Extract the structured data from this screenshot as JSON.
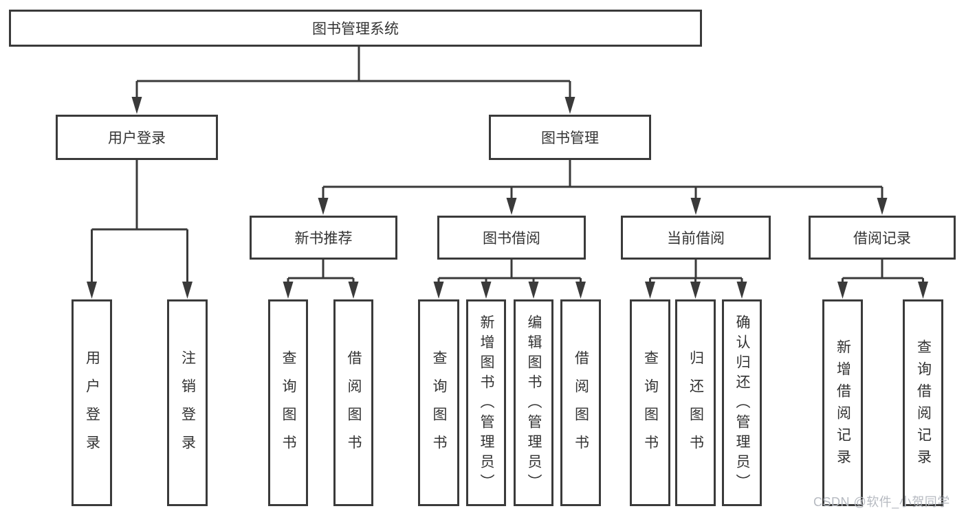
{
  "colors": {
    "line": "#3a3a3a",
    "text": "#333333",
    "box_background": "#ffffff",
    "watermark": "#b6bac1"
  },
  "tree": {
    "root": {
      "label": "图书管理系统",
      "children": [
        {
          "label": "用户登录",
          "children": [
            {
              "label": "用户登录"
            },
            {
              "label": "注销登录"
            }
          ]
        },
        {
          "label": "图书管理",
          "children": [
            {
              "label": "新书推荐",
              "children": [
                {
                  "label": "查询图书"
                },
                {
                  "label": "借阅图书"
                }
              ]
            },
            {
              "label": "图书借阅",
              "children": [
                {
                  "label": "查询图书"
                },
                {
                  "label": "新增图书（管理员）"
                },
                {
                  "label": "编辑图书（管理员）"
                },
                {
                  "label": "借阅图书"
                }
              ]
            },
            {
              "label": "当前借阅",
              "children": [
                {
                  "label": "查询图书"
                },
                {
                  "label": "归还图书"
                },
                {
                  "label": "确认归还（管理员）"
                }
              ]
            },
            {
              "label": "借阅记录",
              "children": [
                {
                  "label": "新增借阅记录"
                },
                {
                  "label": "查询借阅记录"
                }
              ]
            }
          ]
        }
      ]
    }
  },
  "watermark": {
    "text": "CSDN @软件_小贺同学"
  }
}
